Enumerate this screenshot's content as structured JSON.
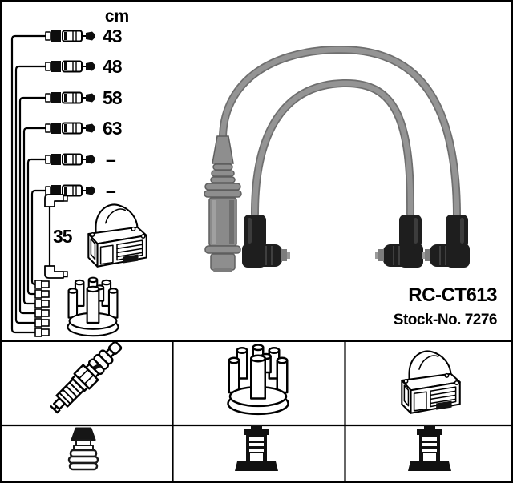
{
  "product": {
    "model": "RC-CT613",
    "stock_no": "Stock-No. 7276"
  },
  "diagram": {
    "unit": "cm",
    "lengths": [
      "43",
      "48",
      "58",
      "63",
      "–",
      "–"
    ],
    "coil_cable_length": "35",
    "drawn_parts": [
      "ignition-coil",
      "distributor-cap"
    ]
  },
  "legend": {
    "row1": [
      "spark-plug",
      "distributor-cap",
      "ignition-coil"
    ],
    "row2": [
      "plug-terminal",
      "din-terminal",
      "din-terminal"
    ]
  },
  "colors": {
    "line": "#000000",
    "background": "#ffffff",
    "cable_gray": "#8d8d8d",
    "boot_black": "#1e1e1e"
  }
}
